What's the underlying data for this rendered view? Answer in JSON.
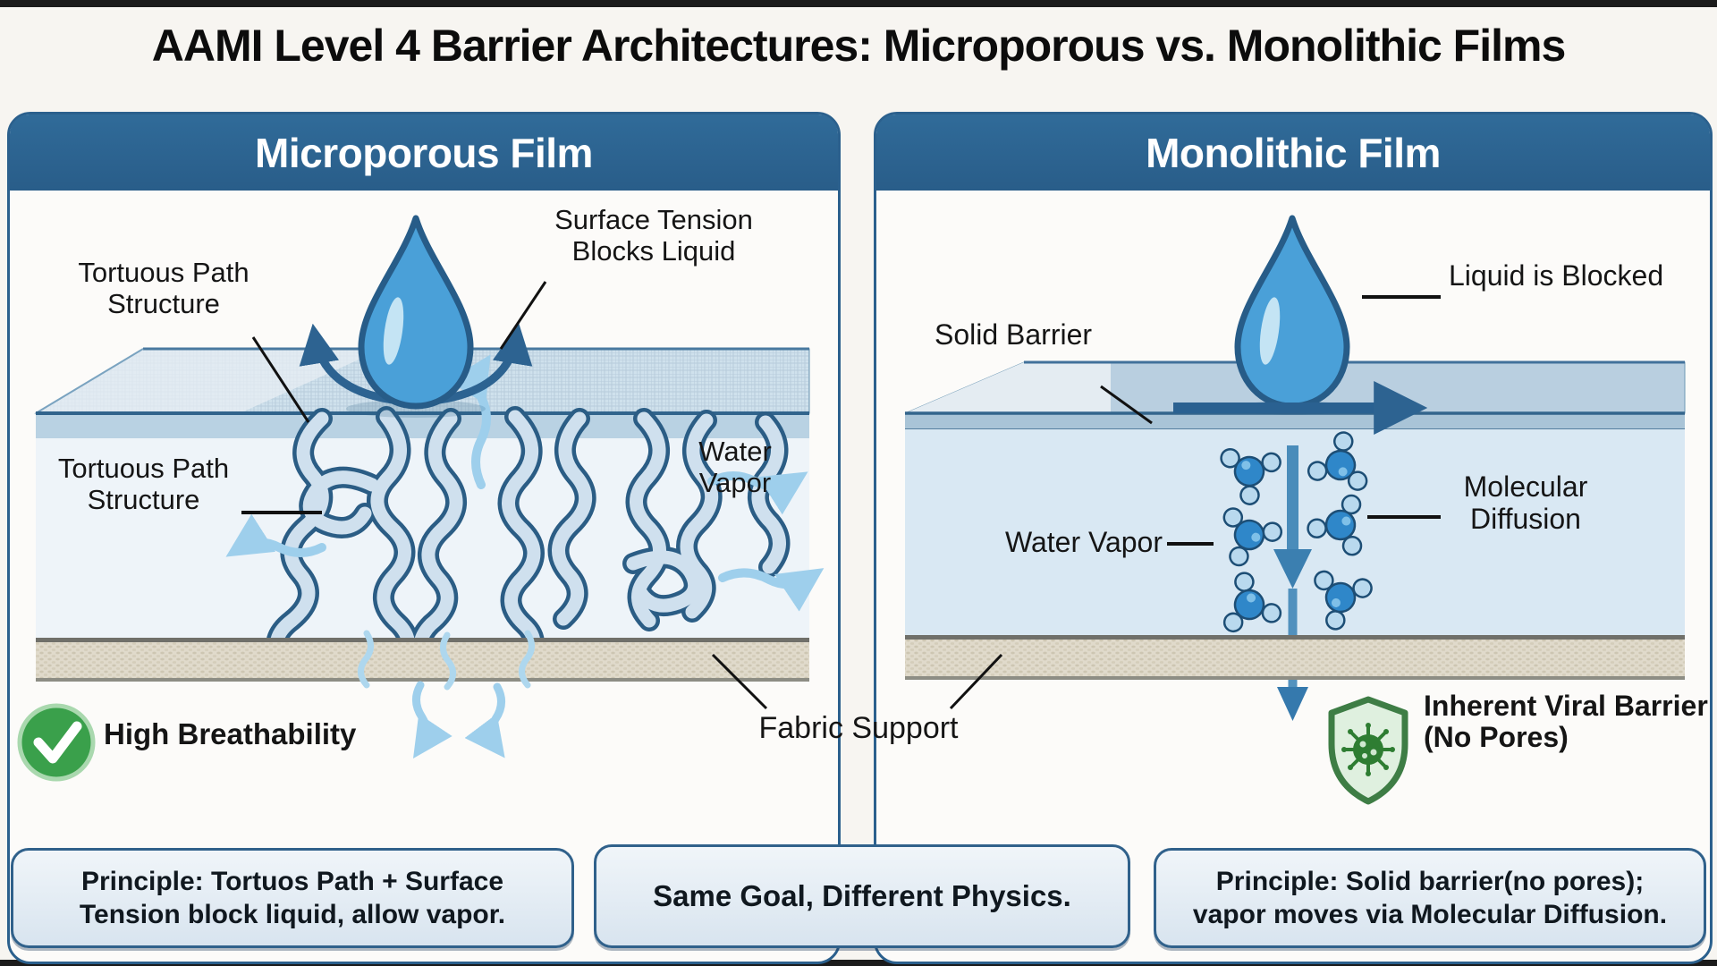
{
  "title": "AAMI Level 4 Barrier Architectures: Microporous vs. Monolithic Films",
  "left": {
    "header": "Microporous Film",
    "labels": {
      "tortuous_top": "Tortuous Path\nStructure",
      "surface_tension": "Surface Tension\nBlocks Liquid",
      "tortuous_mid": "Tortuous Path\nStructure",
      "water_vapor": "Water\nVapor",
      "breathability": "High Breathability"
    },
    "principle": "Principle: Tortuos Path + Surface\nTension block liquid, allow vapor."
  },
  "right": {
    "header": "Monolithic Film",
    "labels": {
      "solid_barrier": "Solid Barrier",
      "liquid_blocked": "Liquid is Blocked",
      "water_vapor": "Water Vapor",
      "molecular_diffusion": "Molecular\nDiffusion",
      "viral_barrier": "Inherent Viral Barrier\n(No Pores)"
    },
    "principle": "Principle:  Solid barrier(no pores);\nvapor moves via Molecular Diffusion."
  },
  "center": {
    "fabric_support": "Fabric Support",
    "tagline": "Same Goal, Different Physics."
  },
  "icons": {
    "check": "check-icon",
    "shield_virus": "shield-virus-icon",
    "droplet": "water-droplet-icon",
    "molecule": "water-molecule-icon"
  },
  "colors": {
    "header_blue": "#2b608d",
    "droplet_blue": "#4aa0d8",
    "arrow_steel": "#2d6391",
    "vapor_blue": "#9ecfec",
    "check_green": "#3aa04b",
    "shield_green": "#3e7d45",
    "fabric_beige": "#ded8c8",
    "film_blue": "#cfe1ec",
    "box_fill": "#e3ecf4"
  }
}
